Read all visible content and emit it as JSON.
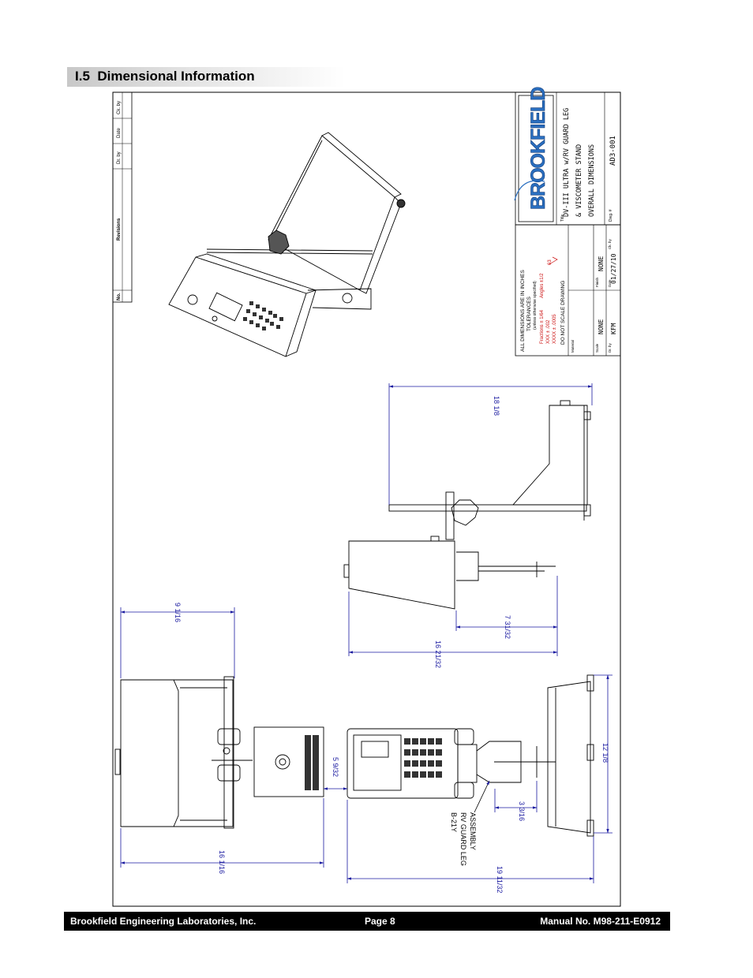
{
  "section": {
    "number": "I.5",
    "title": "Dimensional Information"
  },
  "revision_block": {
    "no": "No.",
    "revisions": "Revisions",
    "dr_by": "Dr. by",
    "date": "Date",
    "ck_by": "Ck. by"
  },
  "title_block": {
    "logo_text": "BROOKFIELD",
    "title_label": "Title",
    "title_lines": [
      "DV-III ULTRA w/RV GUARD LEG",
      "& VISCOMETER STAND",
      "OVERALL DIMENSIONS"
    ],
    "dwg_label": "Dwg. #",
    "dwg_number": "AD3-001",
    "tolerance_lines": [
      "ALL DIMENSIONS ARE IN INCHES",
      "TOLERANCES",
      "(unless otherwise specified)",
      "Fractions ± 1/64",
      "Angles ±1/2",
      "XXX ± .002",
      "XXXX ± .0005",
      "63"
    ],
    "do_not_scale": "DO NOT SCALE DRAWING",
    "material_label": "Material",
    "scale_label": "Scale",
    "scale_value": "NONE",
    "finish_label": "Finish",
    "finish_value": "NONE",
    "date_label": "Date",
    "date_value": "01/27/10",
    "dr_by_label": "Dr. by",
    "dr_by_value": "KFM",
    "ck_by_label": "Ck. by",
    "ck_by_value": ""
  },
  "dimensions": {
    "top_width": "18 1/8",
    "side_depth": "16 21/32",
    "side_offset": "7 31/32",
    "front_height": "9 1/16",
    "front_width": "16 1/16",
    "center_offset": "5 9/32",
    "guard_offset": "3 3/16",
    "base_width": "12 1/8",
    "overall_width": "19 11/32"
  },
  "callout": {
    "lines": [
      "B-21Y",
      "RV GUARD LEG",
      "ASSEMBLY"
    ]
  },
  "colors": {
    "dimension": "#1a1aa0",
    "tolerance": "#cc1111",
    "logo": "#2a6fc0",
    "footer_bg": "#000000"
  },
  "footer": {
    "company": "Brookfield Engineering Laboratories, Inc.",
    "page": "Page  8",
    "manual": "Manual No. M98-211-E0912"
  }
}
